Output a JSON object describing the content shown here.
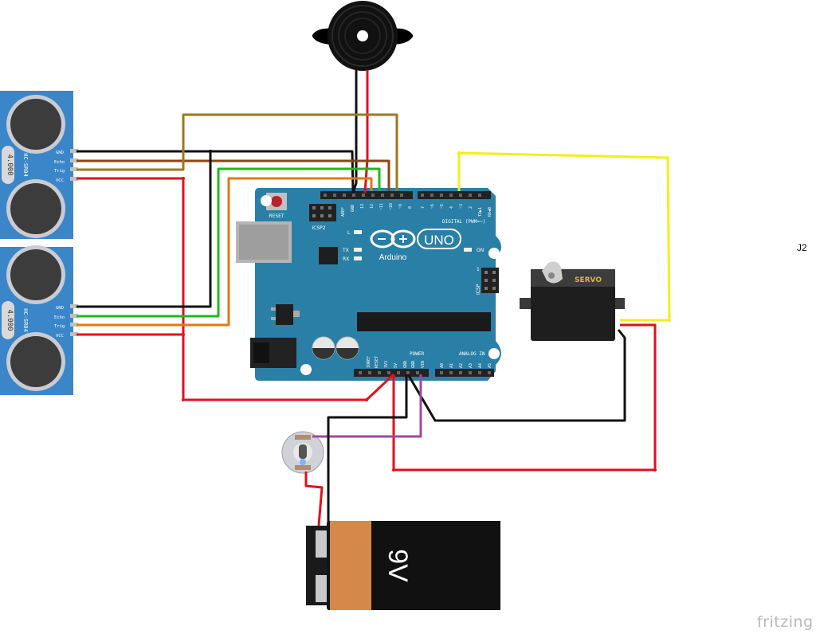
{
  "labels": {
    "j2": "J2",
    "watermark": "fritzing"
  },
  "arduino": {
    "name": "UNO",
    "brand": "Arduino",
    "reset_label": "RESET",
    "icsp2_label": "ICSP2",
    "icsp_label": "ICSP",
    "on_label": "ON",
    "l_label": "L",
    "tx_label": "TX",
    "rx_label": "RX",
    "digital_label": "DIGITAL (PWM=~)",
    "power_label": "POWER",
    "analog_label": "ANALOG IN",
    "icsp_one": "1",
    "top_pins_left": [
      "AREF",
      "GND",
      "13",
      "12",
      "~11",
      "~10",
      "~9",
      "8"
    ],
    "top_pins_right": [
      "7",
      "~6",
      "~5",
      "4",
      "~3",
      "2",
      "TX▶1",
      "RX◀0"
    ],
    "bottom_pins_power": [
      "IOREF",
      "RESET",
      "3V3",
      "5V",
      "GND",
      "GND",
      "VIN"
    ],
    "bottom_pins_analog": [
      "A0",
      "A1",
      "A2",
      "A3",
      "A4",
      "A5"
    ]
  },
  "sensors": [
    {
      "model": "HC-SR04",
      "crystal": "4.000",
      "pins": [
        "GND",
        "Echo",
        "Trig",
        "VCC"
      ]
    },
    {
      "model": "HC-SR04",
      "crystal": "4.000",
      "pins": [
        "GND",
        "Echo",
        "Trig",
        "VCC"
      ]
    }
  ],
  "servo": {
    "label": "SERVO"
  },
  "battery": {
    "label": "9V"
  },
  "colors": {
    "board": "#2a7fa6",
    "sensor": "#3b86c9",
    "wire_red": "#e0111b",
    "wire_black": "#111111",
    "wire_brown": "#8b4513",
    "wire_gold": "#9a7a1c",
    "wire_green": "#1fb81f",
    "wire_orange": "#e07a10",
    "wire_yellow": "#f2ee1a",
    "wire_purple": "#9b4aa0",
    "battery_orange": "#d4894a"
  }
}
